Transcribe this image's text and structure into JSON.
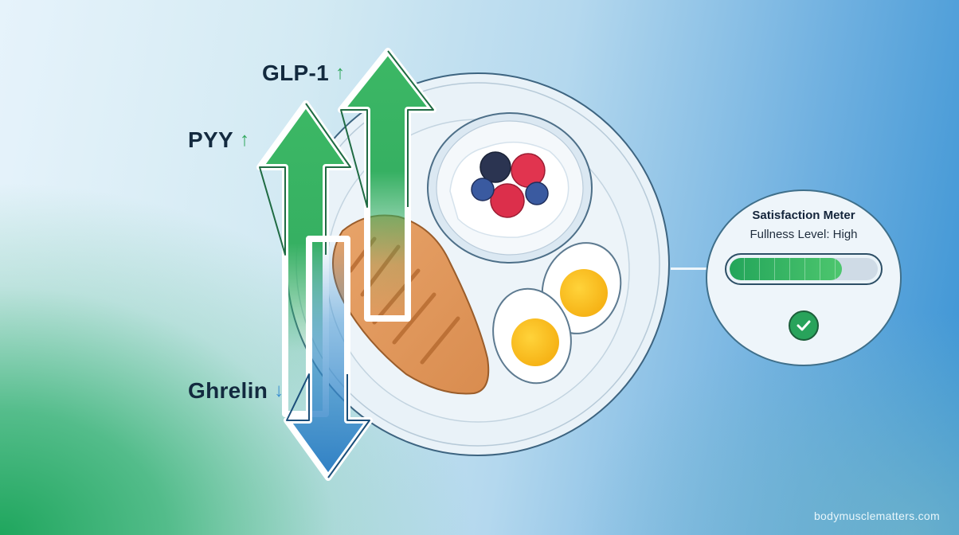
{
  "hormones": [
    {
      "name": "GLP-1",
      "direction": "up",
      "arrow_glyph": "↑",
      "color": "#2ea65a"
    },
    {
      "name": "PYY",
      "direction": "up",
      "arrow_glyph": "↑",
      "color": "#2ea65a"
    },
    {
      "name": "Ghrelin",
      "direction": "down",
      "arrow_glyph": "↓",
      "color": "#3a8fd0"
    }
  ],
  "plate": {
    "items": [
      "grilled-chicken-breast",
      "greek-yogurt-with-berries",
      "boiled-egg-halves"
    ]
  },
  "meter": {
    "title": "Satisfaction Meter",
    "subtitle": "Fullness Level: High",
    "fill_percent": 76,
    "status_icon": "check-icon",
    "fill_color": "#2fae5f"
  },
  "watermark": "bodymusclematters.com",
  "colors": {
    "up_arrow": "#3cb865",
    "down_arrow": "#3a8fd0",
    "label_text": "#132a3f"
  }
}
